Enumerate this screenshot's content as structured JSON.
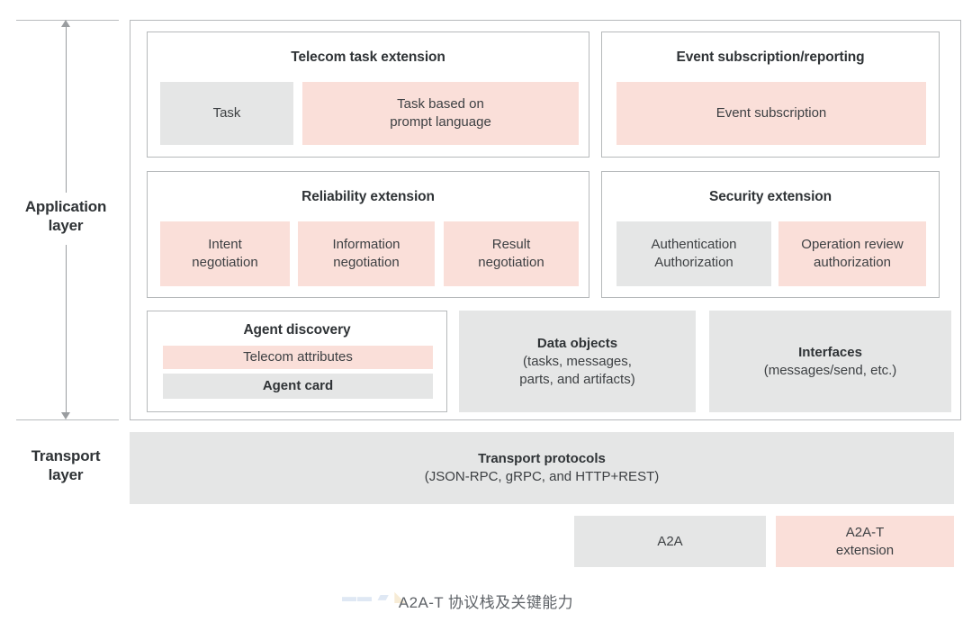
{
  "diagram": {
    "caption": "A2A-T 协议栈及关键能力",
    "watermark": "▬ ▬ ▬",
    "colors": {
      "gray_fill": "#e5e6e6",
      "pink_fill": "#fadfd9",
      "border": "#b6b9bb",
      "text": "#3d4043",
      "heading": "#2f3336"
    },
    "layers": [
      {
        "name": "application-layer",
        "label_line1": "Application",
        "label_line2": "layer"
      },
      {
        "name": "transport-layer",
        "label_line1": "Transport",
        "label_line2": "layer"
      }
    ],
    "application_layer": {
      "row1": [
        {
          "name": "telecom-task-extension",
          "title": "Telecom task extension",
          "cells": [
            {
              "name": "task",
              "label": "Task",
              "fill": "gray",
              "bold": false
            },
            {
              "name": "task-based-on-prompt-language",
              "label": "Task based on\nprompt language",
              "fill": "pink",
              "bold": false
            }
          ]
        },
        {
          "name": "event-subscription-reporting",
          "title": "Event subscription/reporting",
          "cells": [
            {
              "name": "event-subscription",
              "label": "Event subscription",
              "fill": "pink",
              "bold": false
            }
          ]
        }
      ],
      "row2": [
        {
          "name": "reliability-extension",
          "title": "Reliability extension",
          "cells": [
            {
              "name": "intent-negotiation",
              "label": "Intent\nnegotiation",
              "fill": "pink",
              "bold": false
            },
            {
              "name": "information-negotiation",
              "label": "Information\nnegotiation",
              "fill": "pink",
              "bold": false
            },
            {
              "name": "result-negotiation",
              "label": "Result\nnegotiation",
              "fill": "pink",
              "bold": false
            }
          ]
        },
        {
          "name": "security-extension",
          "title": "Security extension",
          "cells": [
            {
              "name": "authentication-authorization",
              "label": "Authentication\nAuthorization",
              "fill": "gray",
              "bold": false
            },
            {
              "name": "operation-review-authorization",
              "label": "Operation review\nauthorization",
              "fill": "pink",
              "bold": false
            }
          ]
        }
      ],
      "row3": [
        {
          "name": "agent-discovery",
          "title": "Agent discovery",
          "cells": [
            {
              "name": "telecom-attributes",
              "label": "Telecom attributes",
              "fill": "pink",
              "bold": false
            },
            {
              "name": "agent-card",
              "label": "Agent card",
              "fill": "gray",
              "bold": true
            }
          ]
        },
        {
          "name": "data-objects",
          "title": "Data objects",
          "subtitle": "(tasks, messages,\nparts, and artifacts)",
          "fill": "gray"
        },
        {
          "name": "interfaces",
          "title": "Interfaces",
          "subtitle": "(messages/send, etc.)",
          "fill": "gray"
        }
      ]
    },
    "transport_layer": {
      "protocols_bar": {
        "name": "transport-protocols",
        "title": "Transport protocols",
        "subtitle": "(JSON-RPC, gRPC, and HTTP+REST)",
        "fill": "gray"
      },
      "protocol_boxes": [
        {
          "name": "a2a",
          "label": "A2A",
          "fill": "gray"
        },
        {
          "name": "a2a-t-extension",
          "label": "A2A-T\nextension",
          "fill": "pink"
        }
      ]
    }
  }
}
